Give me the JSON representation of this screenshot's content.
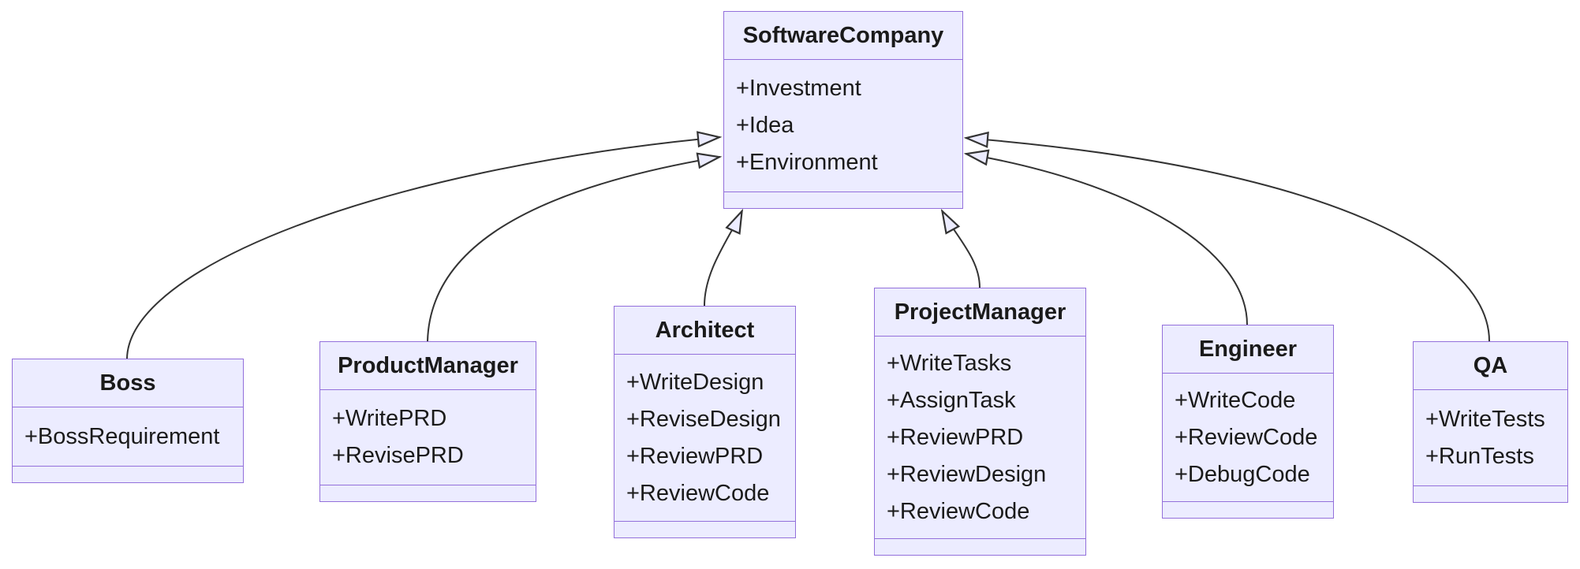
{
  "diagram": {
    "type": "uml-class-diagram",
    "background": "#ffffff",
    "colors": {
      "node_fill": "#ECECFF",
      "node_border": "#9370DB",
      "edge_stroke": "#333333",
      "arrowhead_fill": "#ECECFF",
      "text": "#1a1a1a"
    },
    "classes": [
      {
        "name": "SoftwareCompany",
        "attributes": [
          "+Investment",
          "+Idea",
          "+Environment"
        ],
        "methods": []
      },
      {
        "name": "Boss",
        "attributes": [
          "+BossRequirement"
        ],
        "methods": []
      },
      {
        "name": "ProductManager",
        "attributes": [
          "+WritePRD",
          "+RevisePRD"
        ],
        "methods": []
      },
      {
        "name": "Architect",
        "attributes": [
          "+WriteDesign",
          "+ReviseDesign",
          "+ReviewPRD",
          "+ReviewCode"
        ],
        "methods": []
      },
      {
        "name": "ProjectManager",
        "attributes": [
          "+WriteTasks",
          "+AssignTask",
          "+ReviewPRD",
          "+ReviewDesign",
          "+ReviewCode"
        ],
        "methods": []
      },
      {
        "name": "Engineer",
        "attributes": [
          "+WriteCode",
          "+ReviewCode",
          "+DebugCode"
        ],
        "methods": []
      },
      {
        "name": "QA",
        "attributes": [
          "+WriteTests",
          "+RunTests"
        ],
        "methods": []
      }
    ],
    "relations": [
      {
        "from": "Boss",
        "to": "SoftwareCompany",
        "type": "inheritance"
      },
      {
        "from": "ProductManager",
        "to": "SoftwareCompany",
        "type": "inheritance"
      },
      {
        "from": "Architect",
        "to": "SoftwareCompany",
        "type": "inheritance"
      },
      {
        "from": "ProjectManager",
        "to": "SoftwareCompany",
        "type": "inheritance"
      },
      {
        "from": "Engineer",
        "to": "SoftwareCompany",
        "type": "inheritance"
      },
      {
        "from": "QA",
        "to": "SoftwareCompany",
        "type": "inheritance"
      }
    ]
  }
}
